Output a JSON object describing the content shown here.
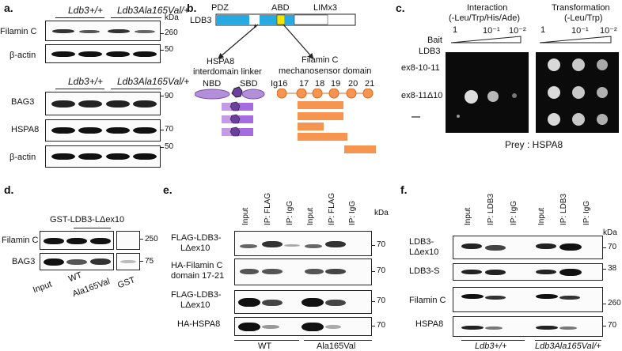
{
  "panel_a": {
    "label": "a.",
    "geno_wt": "Ldb3+/+",
    "geno_mut": "Ldb3Ala165Val/+",
    "kda": "kDa",
    "blots": [
      {
        "name": "Filamin C",
        "mw": "260"
      },
      {
        "name": "β-actin",
        "mw": "50"
      },
      {
        "name": "BAG3",
        "mw": "90"
      },
      {
        "name": "HSPA8",
        "mw": "70"
      },
      {
        "name": "β-actin",
        "mw": "50"
      }
    ]
  },
  "panel_b": {
    "label": "b.",
    "protein": "LDB3",
    "domains": [
      "PDZ",
      "ABD",
      "LIMx3"
    ],
    "mutation_marker": "*",
    "left_title_1": "HSPA8",
    "left_title_2": "interdomain linker",
    "nbd": "NBD",
    "sbd": "SBD",
    "right_title_1": "Filamin C",
    "right_title_2": "mechanosensor domain",
    "ig_labels": [
      "Ig16",
      "17",
      "18",
      "19",
      "20",
      "21"
    ]
  },
  "panel_c": {
    "label": "c.",
    "interaction": "Interaction",
    "interaction_media": "(-Leu/Trp/His/Ade)",
    "transformation": "Transformation",
    "transformation_media": "(-Leu/Trp)",
    "bait": "Bait",
    "bait_protein": "LDB3",
    "dilutions": [
      "1",
      "10⁻¹",
      "10⁻²"
    ],
    "rows": [
      "ex8-10-11",
      "ex8-11Δ10",
      "—"
    ],
    "prey": "Prey : HSPA8"
  },
  "panel_d": {
    "label": "d.",
    "header": "GST-LDB3-LΔex10",
    "blots": [
      {
        "name": "Filamin C",
        "mw": "250"
      },
      {
        "name": "BAG3",
        "mw": "75"
      }
    ],
    "lanes": [
      "Input",
      "WT",
      "Ala165Val",
      "GST"
    ]
  },
  "panel_e": {
    "label": "e.",
    "kda": "kDa",
    "lanes": [
      "Input",
      "IP: FLAG",
      "IP: IgG",
      "Input",
      "IP: FLAG",
      "IP: IgG"
    ],
    "blots": [
      {
        "name1": "FLAG-LDB3-",
        "name2": "LΔex10",
        "mw": "70"
      },
      {
        "name1": "HA-Filamin C",
        "name2": "domain 17-21",
        "mw": "70"
      },
      {
        "name1": "FLAG-LDB3-",
        "name2": "LΔex10",
        "mw": "70"
      },
      {
        "name1": "HA-HSPA8",
        "name2": "",
        "mw": "70"
      }
    ],
    "groups": [
      "WT",
      "Ala165Val"
    ]
  },
  "panel_f": {
    "label": "f.",
    "kda": "kDa",
    "lanes": [
      "Input",
      "IP: LDB3",
      "IP: IgG",
      "Input",
      "IP: LDB3",
      "IP: IgG"
    ],
    "blots": [
      {
        "name1": "LDB3-",
        "name2": "LΔex10",
        "mw": "70"
      },
      {
        "name1": "LDB3-S",
        "name2": "",
        "mw": "38"
      },
      {
        "name1": "Filamin C",
        "name2": "",
        "mw": "260"
      },
      {
        "name1": "HSPA8",
        "name2": "",
        "mw": "70"
      }
    ],
    "geno_wt": "Ldb3+/+",
    "geno_mut": "Ldb3Ala165Val/+"
  }
}
